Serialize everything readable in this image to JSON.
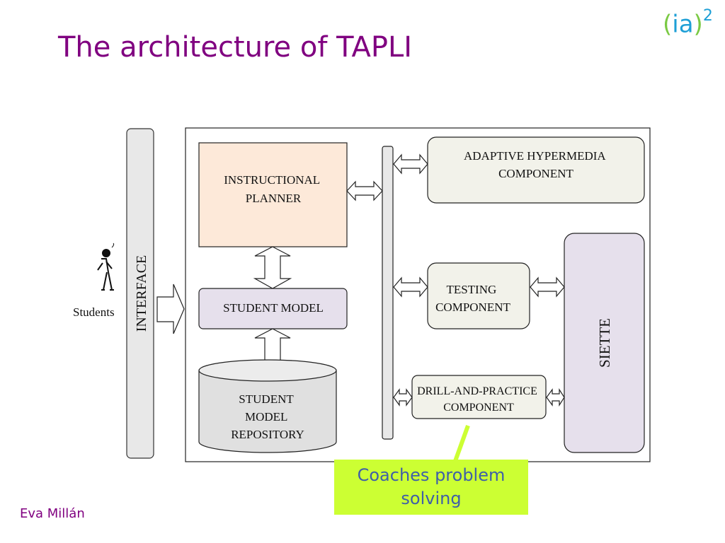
{
  "slide": {
    "title": "The architecture of TAPLI",
    "author": "Eva Millán",
    "logo": {
      "open": "(",
      "text": "ia",
      "close": ")",
      "sup": "2"
    }
  },
  "diagram": {
    "students_label": "Students",
    "interface_label": "INTERFACE",
    "instructional_planner": [
      "INSTRUCTIONAL",
      "PLANNER"
    ],
    "student_model": "STUDENT MODEL",
    "repository": [
      "STUDENT",
      "MODEL",
      "REPOSITORY"
    ],
    "adaptive": [
      "ADAPTIVE HYPERMEDIA",
      "COMPONENT"
    ],
    "testing": [
      "TESTING",
      "COMPONENT"
    ],
    "drill": [
      "DRILL-AND-PRACTICE",
      "COMPONENT"
    ],
    "siette": "SIETTE",
    "colors": {
      "planner_fill": "#fde9d9",
      "model_fill": "#e6e0ec",
      "component_fill": "#f2f2ea",
      "repository_fill": "#e0e0e0",
      "interface_fill": "#e8e8e8",
      "siette_fill": "#e6e0ec"
    }
  },
  "callout": {
    "lines": [
      "Coaches problem",
      "solving"
    ],
    "color": "#ccff33"
  }
}
